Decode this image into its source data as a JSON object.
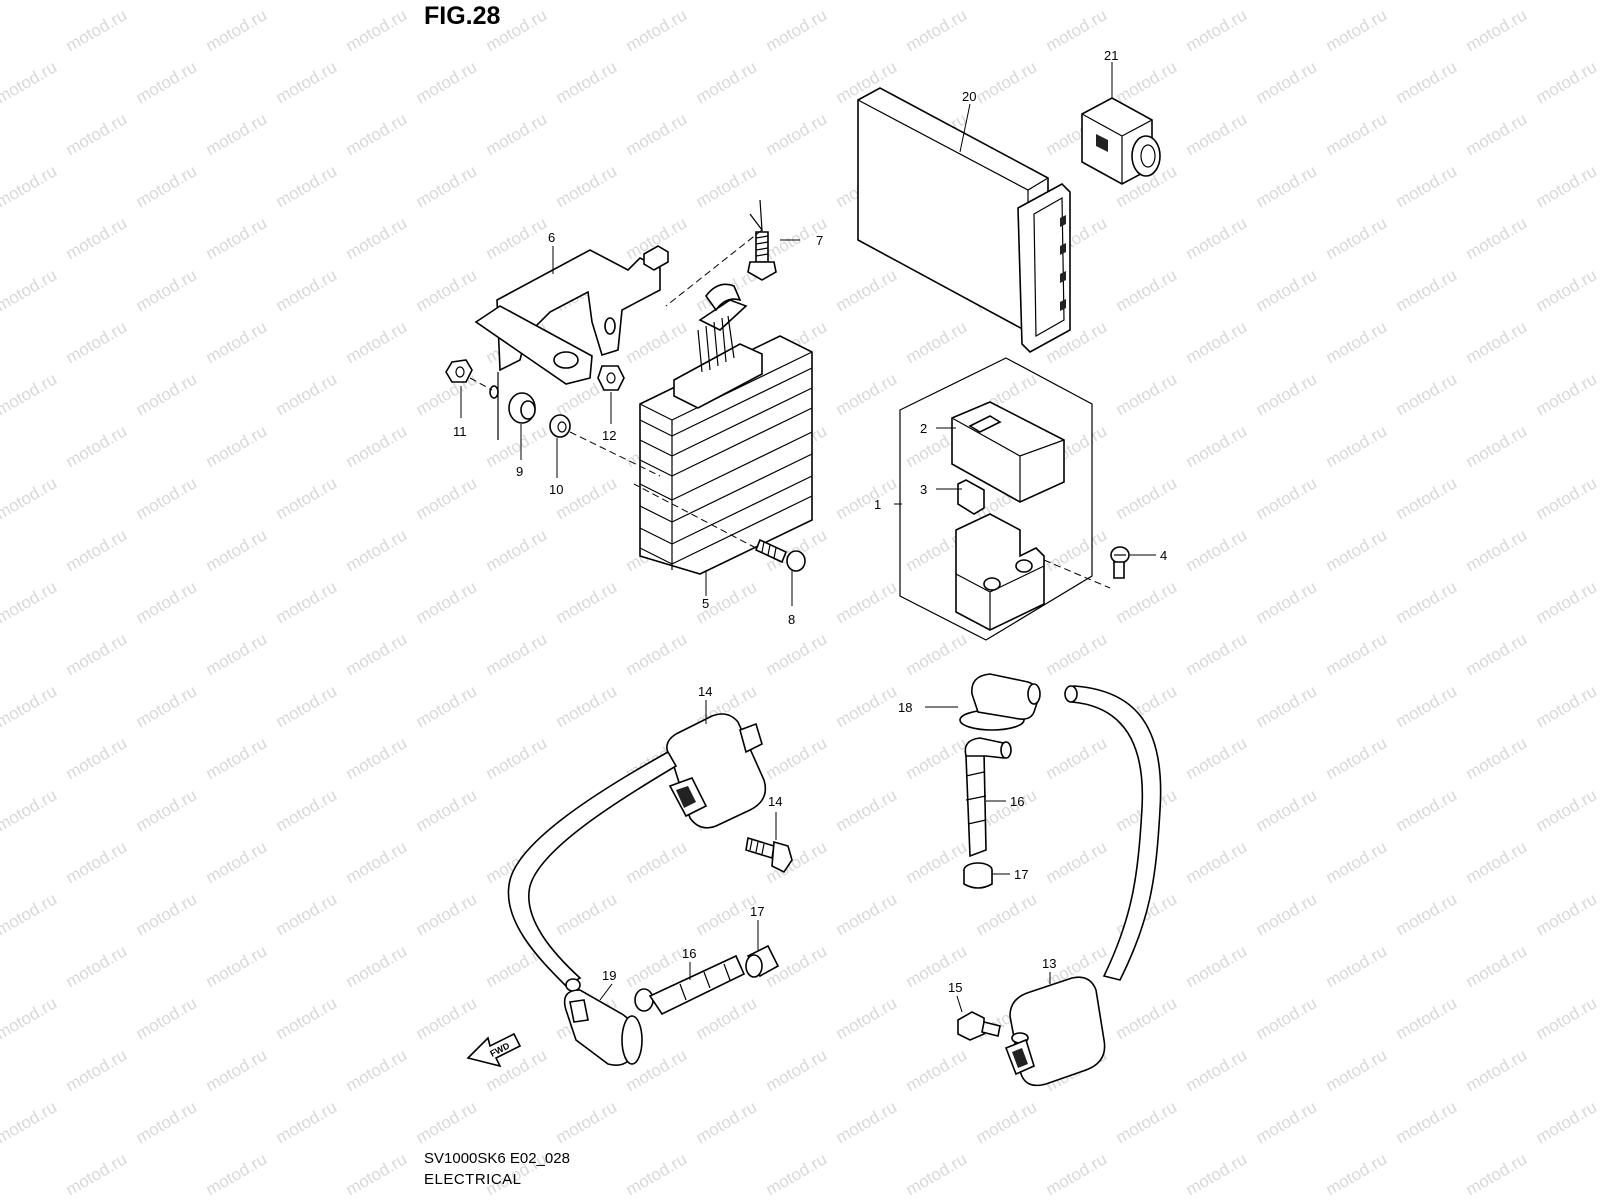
{
  "figure": {
    "title": "FIG.28",
    "model_code": "SV1000SK6 E02_028",
    "section_name": "ELECTRICAL",
    "watermark": "motod.ru",
    "fwd_label": "FWD"
  },
  "callouts": [
    "1",
    "2",
    "3",
    "4",
    "5",
    "6",
    "7",
    "8",
    "9",
    "10",
    "11",
    "12",
    "13",
    "14",
    "15",
    "15",
    "16",
    "16",
    "17",
    "17",
    "18",
    "19",
    "20",
    "21"
  ],
  "colors": {
    "line": "#000000",
    "watermark": "#b9b9b9",
    "background": "#ffffff"
  }
}
